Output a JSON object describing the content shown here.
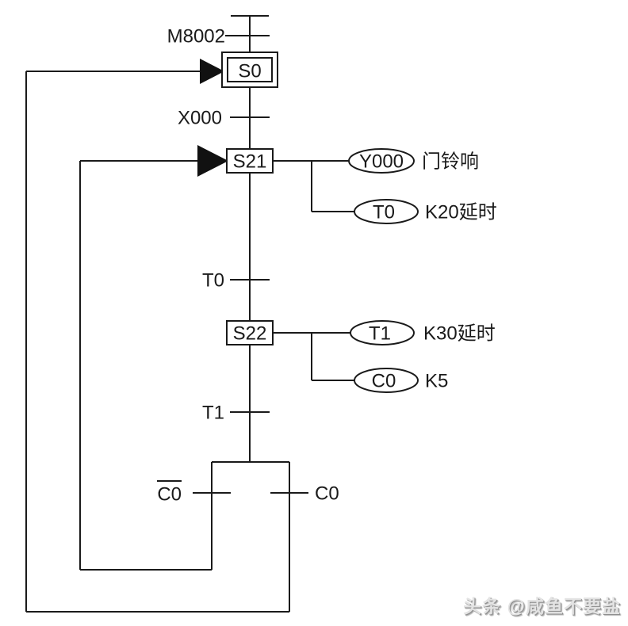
{
  "colors": {
    "background": "#ffffff",
    "line": "#1a1a1a",
    "text": "#1a1a1a",
    "arrow": "#111111",
    "watermark_shadow": "#8f8f8f"
  },
  "sfc": {
    "steps": {
      "s0": "S0",
      "s21": "S21",
      "s22": "S22"
    },
    "transitions": {
      "power_on": "M8002",
      "start": "X000",
      "timer0": "T0",
      "timer1": "T1",
      "counter_not": "C0",
      "counter": "C0"
    },
    "actions": {
      "doorbell": {
        "device": "Y000",
        "comment": "门铃响"
      },
      "timer0": {
        "device": "T0",
        "comment": "K20延时"
      },
      "timer1": {
        "device": "T1",
        "comment": "K30延时"
      },
      "counter": {
        "device": "C0",
        "comment": "K5"
      }
    }
  },
  "watermark": {
    "text": "头条 @咸鱼不要盐"
  }
}
